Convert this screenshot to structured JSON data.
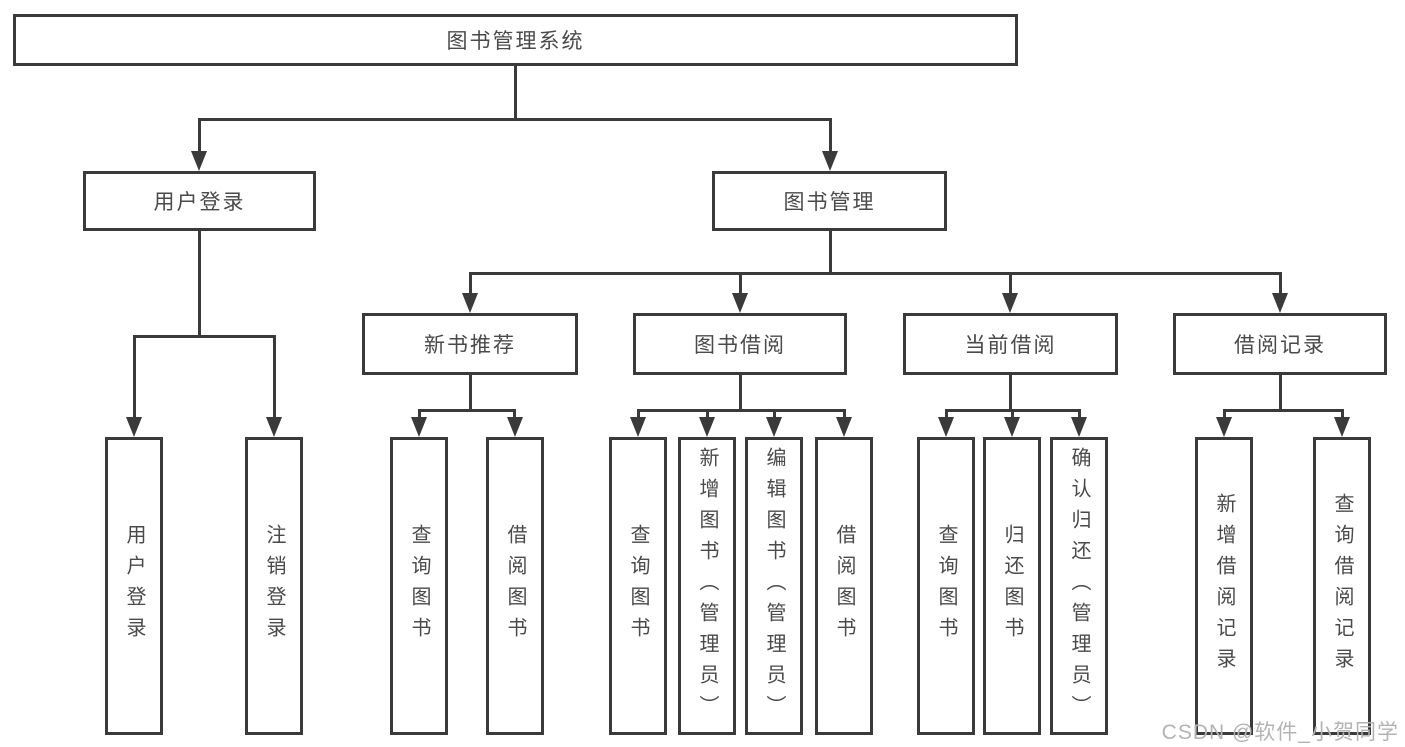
{
  "diagram": {
    "root": {
      "label": "图书管理系统"
    },
    "branches": [
      {
        "label": "用户登录",
        "leaves": [
          "用户登录",
          "注销登录"
        ]
      },
      {
        "label": "图书管理",
        "groups": [
          {
            "label": "新书推荐",
            "leaves": [
              "查询图书",
              "借阅图书"
            ]
          },
          {
            "label": "图书借阅",
            "leaves": [
              "查询图书",
              "新增图书（管理员）",
              "编辑图书（管理员）",
              "借阅图书"
            ]
          },
          {
            "label": "当前借阅",
            "leaves": [
              "查询图书",
              "归还图书",
              "确认归还（管理员）"
            ]
          },
          {
            "label": "借阅记录",
            "leaves": [
              "新增借阅记录",
              "查询借阅记录"
            ]
          }
        ]
      }
    ],
    "colors": {
      "line": "#3a3a3a",
      "text": "#4a4a4a",
      "watermark": "#b3b3b3",
      "background": "#ffffff"
    }
  },
  "watermark": {
    "text": "CSDN @软件_小贺同学"
  }
}
